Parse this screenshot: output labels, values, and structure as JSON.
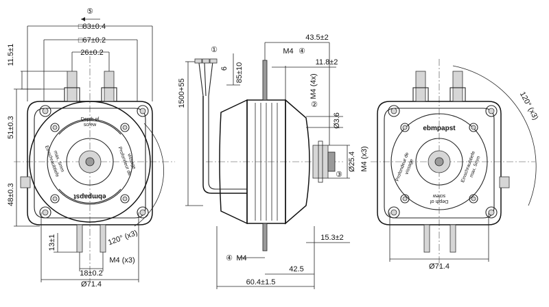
{
  "front_view": {
    "width_83": "□83±0.4",
    "width_67": "□67±0.2",
    "width_26": "26±0.2",
    "height_11_5": "11.5±1",
    "height_51": "51±0.3",
    "height_48": "48±0.3",
    "height_13": "13±1",
    "width_18": "18±0.2",
    "diameter": "Ø71.4",
    "angle": "120° (x3)",
    "thread": "M4 (x3)",
    "callout_5": "⑤",
    "engraving_depth": [
      "Depth of",
      "screw"
    ],
    "engraving_einschraub": [
      "Einschraubtiefe",
      "max. 5mm"
    ],
    "engraving_profondeur": [
      "Profondeur de",
      "vissage"
    ],
    "logo": "ebmpapst"
  },
  "side_view": {
    "dim_43_5": "43.5±2",
    "dim_m4_top": "M4",
    "callout_4_top": "④",
    "dim_11_8": "11.8±2",
    "callout_1": "①",
    "dim_6": "6",
    "dim_85": "85±10",
    "dim_1500": "1500+55",
    "dim_m4_4x": "M4 (4x)",
    "callout_2": "②",
    "dim_3_6": "Ø3.6",
    "dim_25_4": "Ø25.4",
    "dim_m4_3x": "M4 (x3)",
    "callout_3": "③",
    "dim_15_3": "15.3±2",
    "callout_4_bottom": "④",
    "dim_m4_bottom": "M4",
    "dim_42_5": "42.5",
    "dim_60_4": "60.4±1.5"
  },
  "rear_view": {
    "angle": "120° (x3)",
    "diameter": "Ø71.4",
    "logo": "ebmpapst",
    "engraving_einschraub": [
      "Einschraubtiefe",
      "max. 5mm"
    ],
    "engraving_profondeur": [
      "Profondeur de",
      "vissage"
    ],
    "engraving_depth": [
      "Depth of",
      "screw"
    ]
  }
}
